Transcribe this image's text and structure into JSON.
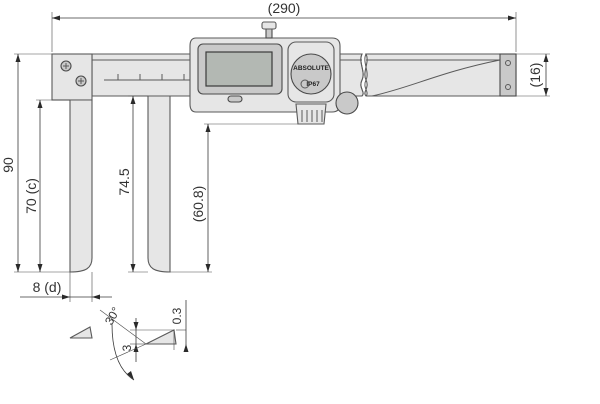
{
  "dimensions": {
    "overall_length": "(290)",
    "height": "(16)",
    "depth": "90",
    "jaw_length_c": "70 (c)",
    "measuring_depth": "74.5",
    "inner_depth": "(60.8)",
    "tip_offset_d": "8 (d)",
    "tip_angle": "30°",
    "tip_width": "0.3",
    "tip_height": "3"
  },
  "caliper": {
    "brand_text": "ABSOLUTE",
    "ip_badge": "IP67"
  }
}
